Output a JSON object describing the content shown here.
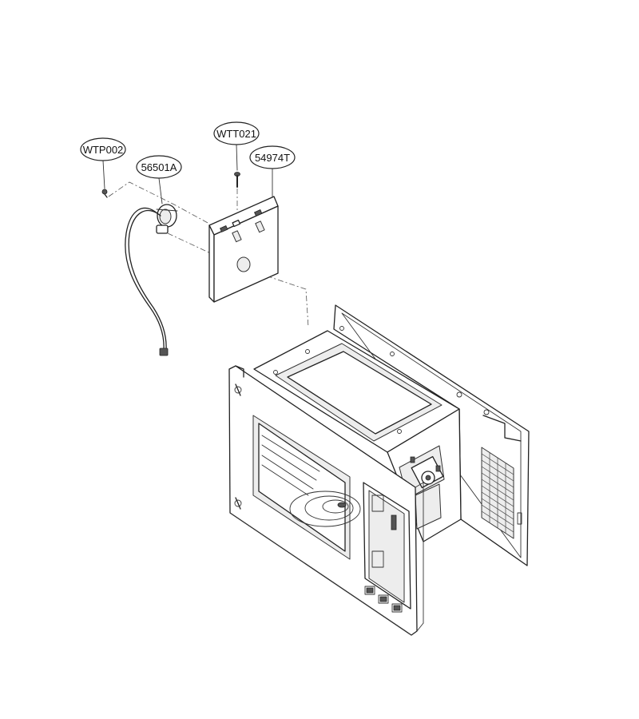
{
  "callouts": [
    {
      "id": "wtp002",
      "label": "WTP002"
    },
    {
      "id": "56501a",
      "label": "56501A"
    },
    {
      "id": "wtt021",
      "label": "WTT021"
    },
    {
      "id": "54974t",
      "label": "54974T"
    }
  ]
}
